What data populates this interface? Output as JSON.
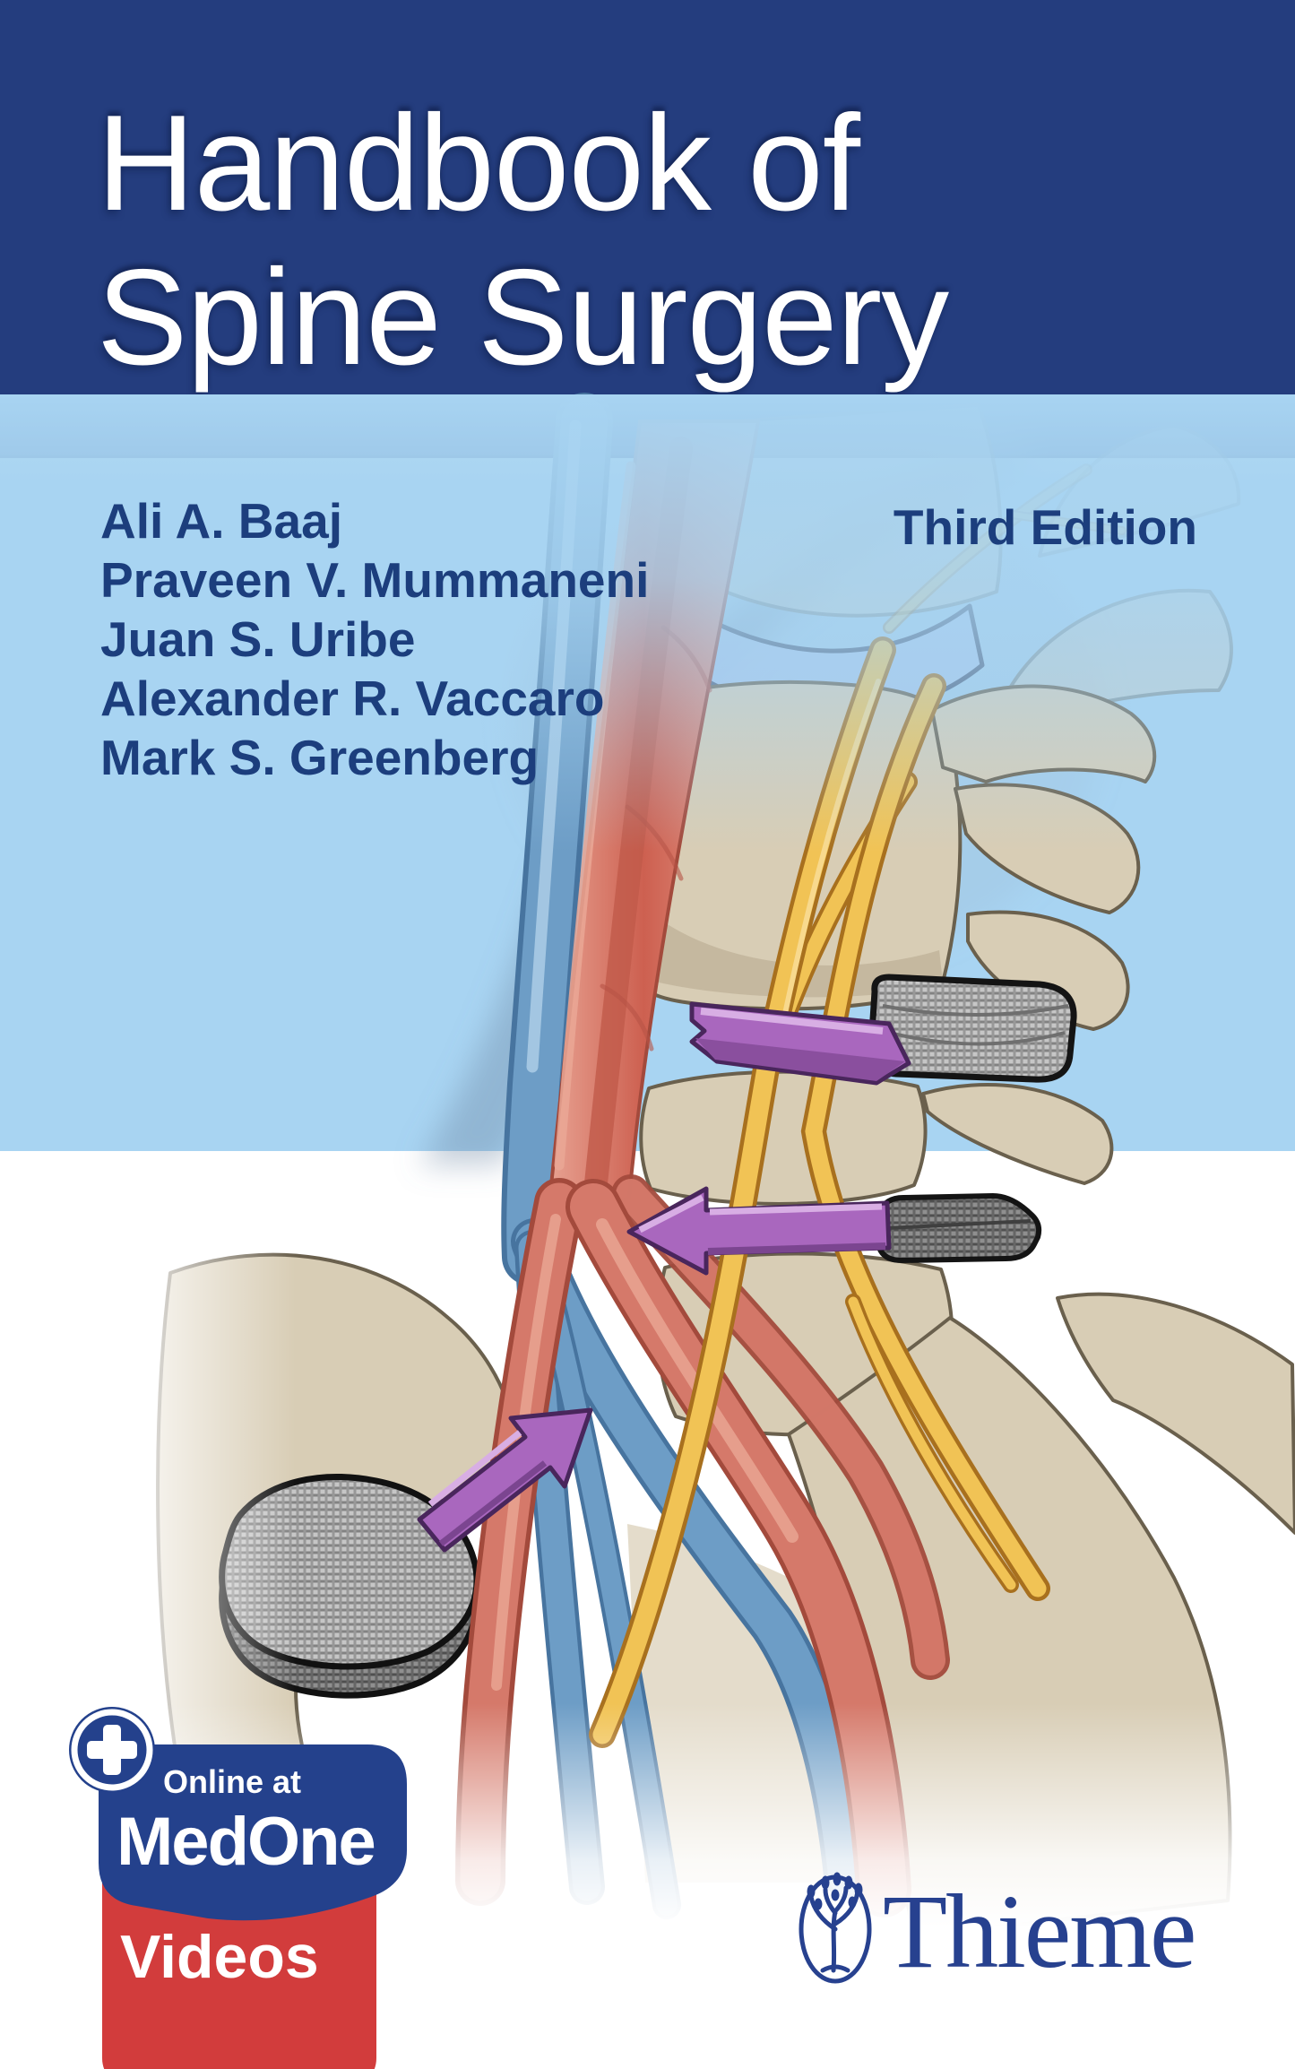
{
  "cover": {
    "title_line1": "Handbook of",
    "title_line2": "Spine Surgery",
    "authors": [
      "Ali A. Baaj",
      "Praveen V. Mummaneni",
      "Juan S. Uribe",
      "Alexander R. Vaccaro",
      "Mark S. Greenberg"
    ],
    "edition": "Third Edition"
  },
  "badge": {
    "plus_icon": "plus-icon",
    "line1": "Online at",
    "line2": "MedOne",
    "line3": "Videos"
  },
  "publisher": {
    "logo_icon": "thieme-tree-logo",
    "name": "Thieme"
  },
  "colors": {
    "header_bg": "#243d7e",
    "band_bg": "#a8d4f2",
    "title_text": "#ffffff",
    "author_text": "#1c3e7d",
    "badge_blue": "#24418c",
    "badge_red": "#d23c3c",
    "publisher_blue": "#27418f",
    "artery_red": "#cd6050",
    "vein_blue": "#6d9dc6",
    "nerve_yellow": "#f1c355",
    "bone_beige": "#d8cdb5",
    "instrument_purple": "#a967be"
  }
}
